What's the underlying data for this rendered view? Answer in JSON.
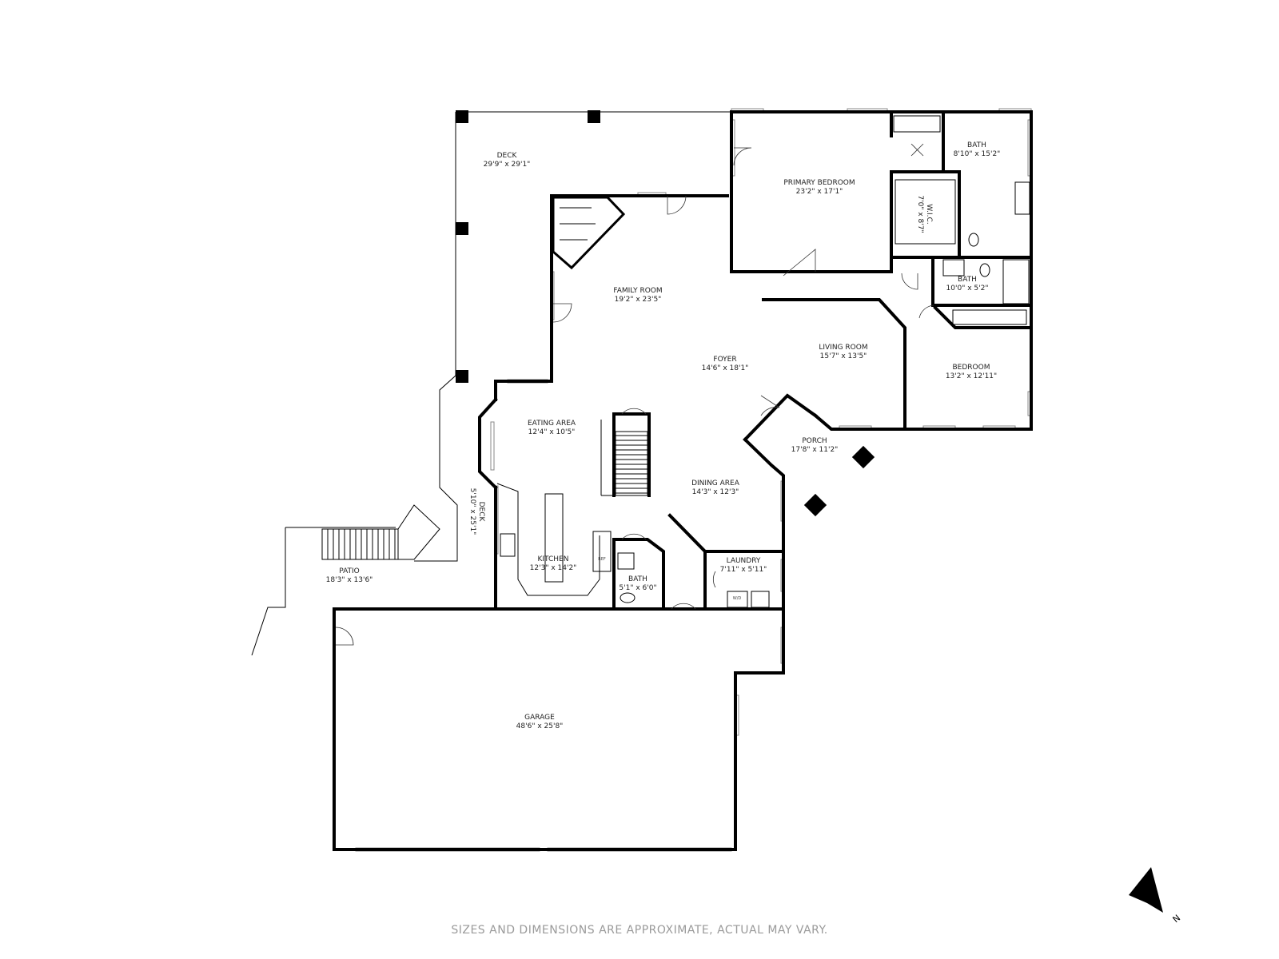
{
  "rooms": [
    {
      "id": "deck-main",
      "name": "DECK",
      "dims": "29'9\" x 29'1\""
    },
    {
      "id": "primary-bedroom",
      "name": "PRIMARY BEDROOM",
      "dims": "23'2\" x 17'1\""
    },
    {
      "id": "bath-primary",
      "name": "BATH",
      "dims": "8'10\" x 15'2\""
    },
    {
      "id": "wic",
      "name": "W.I.C.",
      "dims": "7'0\" x 8'7\""
    },
    {
      "id": "bath-hall",
      "name": "BATH",
      "dims": "10'0\" x 5'2\""
    },
    {
      "id": "family-room",
      "name": "FAMILY ROOM",
      "dims": "19'2\" x 23'5\""
    },
    {
      "id": "foyer",
      "name": "FOYER",
      "dims": "14'6\" x 18'1\""
    },
    {
      "id": "living-room",
      "name": "LIVING ROOM",
      "dims": "15'7\" x 13'5\""
    },
    {
      "id": "bedroom",
      "name": "BEDROOM",
      "dims": "13'2\" x 12'11\""
    },
    {
      "id": "eating-area",
      "name": "EATING AREA",
      "dims": "12'4\" x 10'5\""
    },
    {
      "id": "porch",
      "name": "PORCH",
      "dims": "17'8\" x 11'2\""
    },
    {
      "id": "dining-area",
      "name": "DINING AREA",
      "dims": "14'3\" x 12'3\""
    },
    {
      "id": "deck-side",
      "name": "DECK",
      "dims": "5'10\" x 25'1\""
    },
    {
      "id": "kitchen",
      "name": "KITCHEN",
      "dims": "12'3\" x 14'2\""
    },
    {
      "id": "bath-half",
      "name": "BATH",
      "dims": "5'1\" x 6'0\""
    },
    {
      "id": "laundry",
      "name": "LAUNDRY",
      "dims": "7'11\" x 5'11\""
    },
    {
      "id": "patio",
      "name": "PATIO",
      "dims": "18'3\" x 13'6\""
    },
    {
      "id": "garage",
      "name": "GARAGE",
      "dims": "48'6\" x 25'8\""
    }
  ],
  "fixtures": {
    "refrigerator": "REF",
    "washer_dryer": "W/D"
  },
  "compass": {
    "letter": "N"
  },
  "disclaimer": "SIZES AND DIMENSIONS ARE APPROXIMATE, ACTUAL MAY VARY."
}
